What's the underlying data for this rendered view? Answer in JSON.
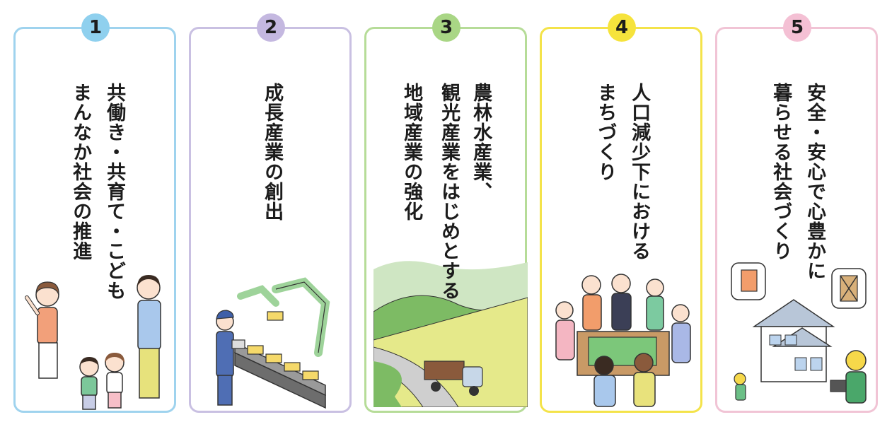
{
  "cards": [
    {
      "number": "1",
      "title_lines": [
        "共働き・共育て・こども",
        "まんなか社会の推進"
      ],
      "badge_color": "#8fd0ee",
      "border_color": "#9fd3ee"
    },
    {
      "number": "2",
      "title_lines": [
        "成長産業の創出"
      ],
      "badge_color": "#c4b8e0",
      "border_color": "#c9c0e2"
    },
    {
      "number": "3",
      "title_lines": [
        "農林水産業、",
        "観光産業をはじめとする",
        "地域産業の強化"
      ],
      "badge_color": "#a9d685",
      "border_color": "#b6dc98"
    },
    {
      "number": "4",
      "title_lines": [
        "人口減少下における",
        "まちづくり"
      ],
      "badge_color": "#f6e33c",
      "border_color": "#f4e34a"
    },
    {
      "number": "5",
      "title_lines": [
        "安全・安心で心豊かに",
        "暮らせる社会づくり"
      ],
      "badge_color": "#f4c0d4",
      "border_color": "#f1c4d5"
    }
  ]
}
